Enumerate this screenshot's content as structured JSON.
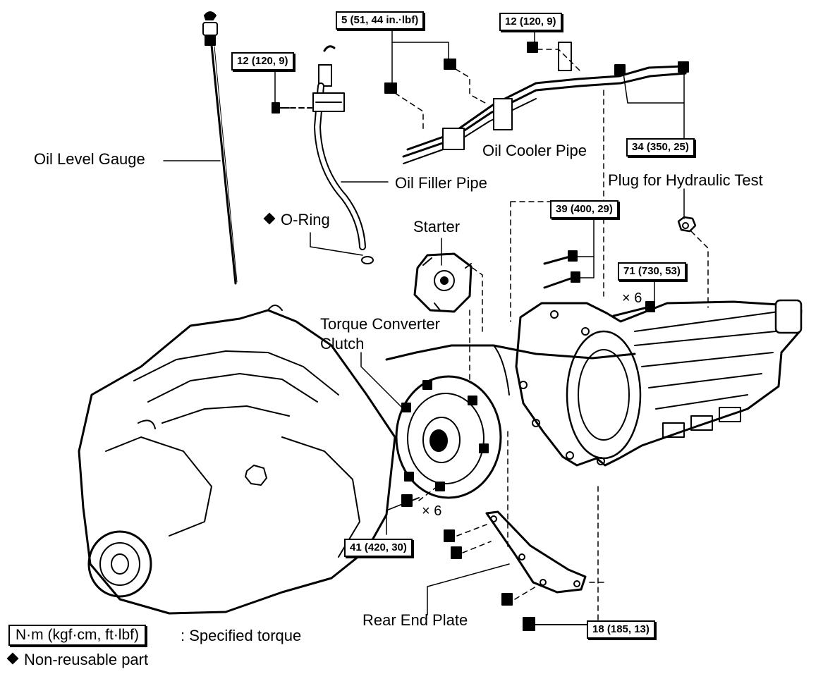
{
  "labels": {
    "oil_level_gauge": "Oil Level Gauge",
    "oil_filler_pipe": "Oil Filler Pipe",
    "o_ring": "O-Ring",
    "oil_cooler_pipe": "Oil Cooler Pipe",
    "plug_hydraulic_test": "Plug for Hydraulic Test",
    "starter": "Starter",
    "torque_converter_clutch_1": "Torque Converter",
    "torque_converter_clutch_2": "Clutch",
    "rear_end_plate": "Rear End Plate"
  },
  "torques": {
    "oil_cooler_bolt": "5 (51, 44 in.·lbf)",
    "cooler_clamp": "12 (120, 9)",
    "filler_pipe_bolt": "12 (120, 9)",
    "cooler_union": "34 (350, 25)",
    "starter_bolts": "39 (400, 29)",
    "housing_bolts": "71 (730, 53)",
    "converter_bolts": "41 (420, 30)",
    "end_plate_bolts": "18 (185, 13)"
  },
  "multipliers": {
    "housing": "× 6",
    "converter": "× 6"
  },
  "legend": {
    "unit_box": "N·m (kgf·cm, ft·lbf)",
    "unit_text": ": Specified torque",
    "nonreusable": "Non-reusable part"
  },
  "colors": {
    "ink": "#000000",
    "paper": "#ffffff"
  }
}
